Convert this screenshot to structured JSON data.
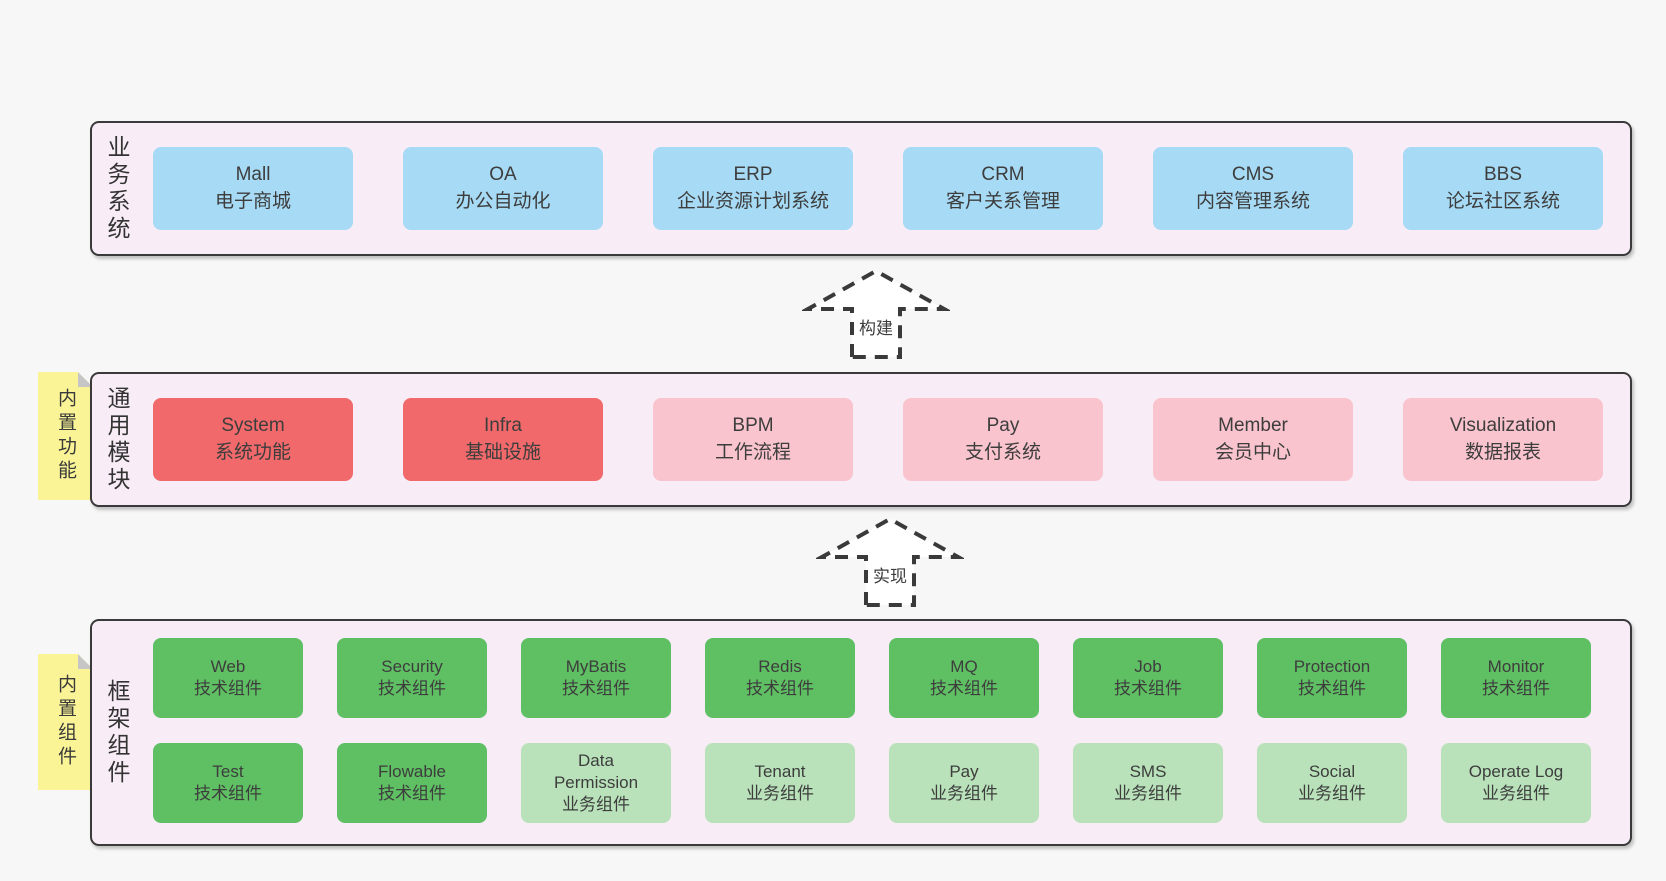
{
  "colors": {
    "page_bg": "#f7f7f7",
    "section_bg": "#f8edf6",
    "section_border": "#3a3a3a",
    "blue_box": "#a6daf5",
    "red_box": "#f1696b",
    "pink_box": "#f9c4cd",
    "green_box": "#5fbf63",
    "light_green_box": "#b9e2ba",
    "sticky_yellow": "#faf496",
    "text": "#3d3d3d"
  },
  "sections": {
    "business": {
      "label": "业务系统",
      "boxes": [
        {
          "title": "Mall",
          "subtitle": "电子商城"
        },
        {
          "title": "OA",
          "subtitle": "办公自动化"
        },
        {
          "title": "ERP",
          "subtitle": "企业资源计划系统"
        },
        {
          "title": "CRM",
          "subtitle": "客户关系管理"
        },
        {
          "title": "CMS",
          "subtitle": "内容管理系统"
        },
        {
          "title": "BBS",
          "subtitle": "论坛社区系统"
        }
      ]
    },
    "modules": {
      "label": "通用模块",
      "sticky": "内置功能",
      "boxes": [
        {
          "title": "System",
          "subtitle": "系统功能"
        },
        {
          "title": "Infra",
          "subtitle": "基础设施"
        },
        {
          "title": "BPM",
          "subtitle": "工作流程"
        },
        {
          "title": "Pay",
          "subtitle": "支付系统"
        },
        {
          "title": "Member",
          "subtitle": "会员中心"
        },
        {
          "title": "Visualization",
          "subtitle": "数据报表"
        }
      ]
    },
    "components": {
      "label": "框架组件",
      "sticky": "内置组件",
      "row1": [
        {
          "title": "Web",
          "subtitle": "技术组件"
        },
        {
          "title": "Security",
          "subtitle": "技术组件"
        },
        {
          "title": "MyBatis",
          "subtitle": "技术组件"
        },
        {
          "title": "Redis",
          "subtitle": "技术组件"
        },
        {
          "title": "MQ",
          "subtitle": "技术组件"
        },
        {
          "title": "Job",
          "subtitle": "技术组件"
        },
        {
          "title": "Protection",
          "subtitle": "技术组件"
        },
        {
          "title": "Monitor",
          "subtitle": "技术组件"
        }
      ],
      "row2": [
        {
          "title": "Test",
          "subtitle": "技术组件"
        },
        {
          "title": "Flowable",
          "subtitle": "技术组件"
        },
        {
          "title": "Data Permission",
          "subtitle": "业务组件"
        },
        {
          "title": "Tenant",
          "subtitle": "业务组件"
        },
        {
          "title": "Pay",
          "subtitle": "业务组件"
        },
        {
          "title": "SMS",
          "subtitle": "业务组件"
        },
        {
          "title": "Social",
          "subtitle": "业务组件"
        },
        {
          "title": "Operate Log",
          "subtitle": "业务组件"
        }
      ]
    }
  },
  "arrows": {
    "build": "构建",
    "implement": "实现"
  }
}
